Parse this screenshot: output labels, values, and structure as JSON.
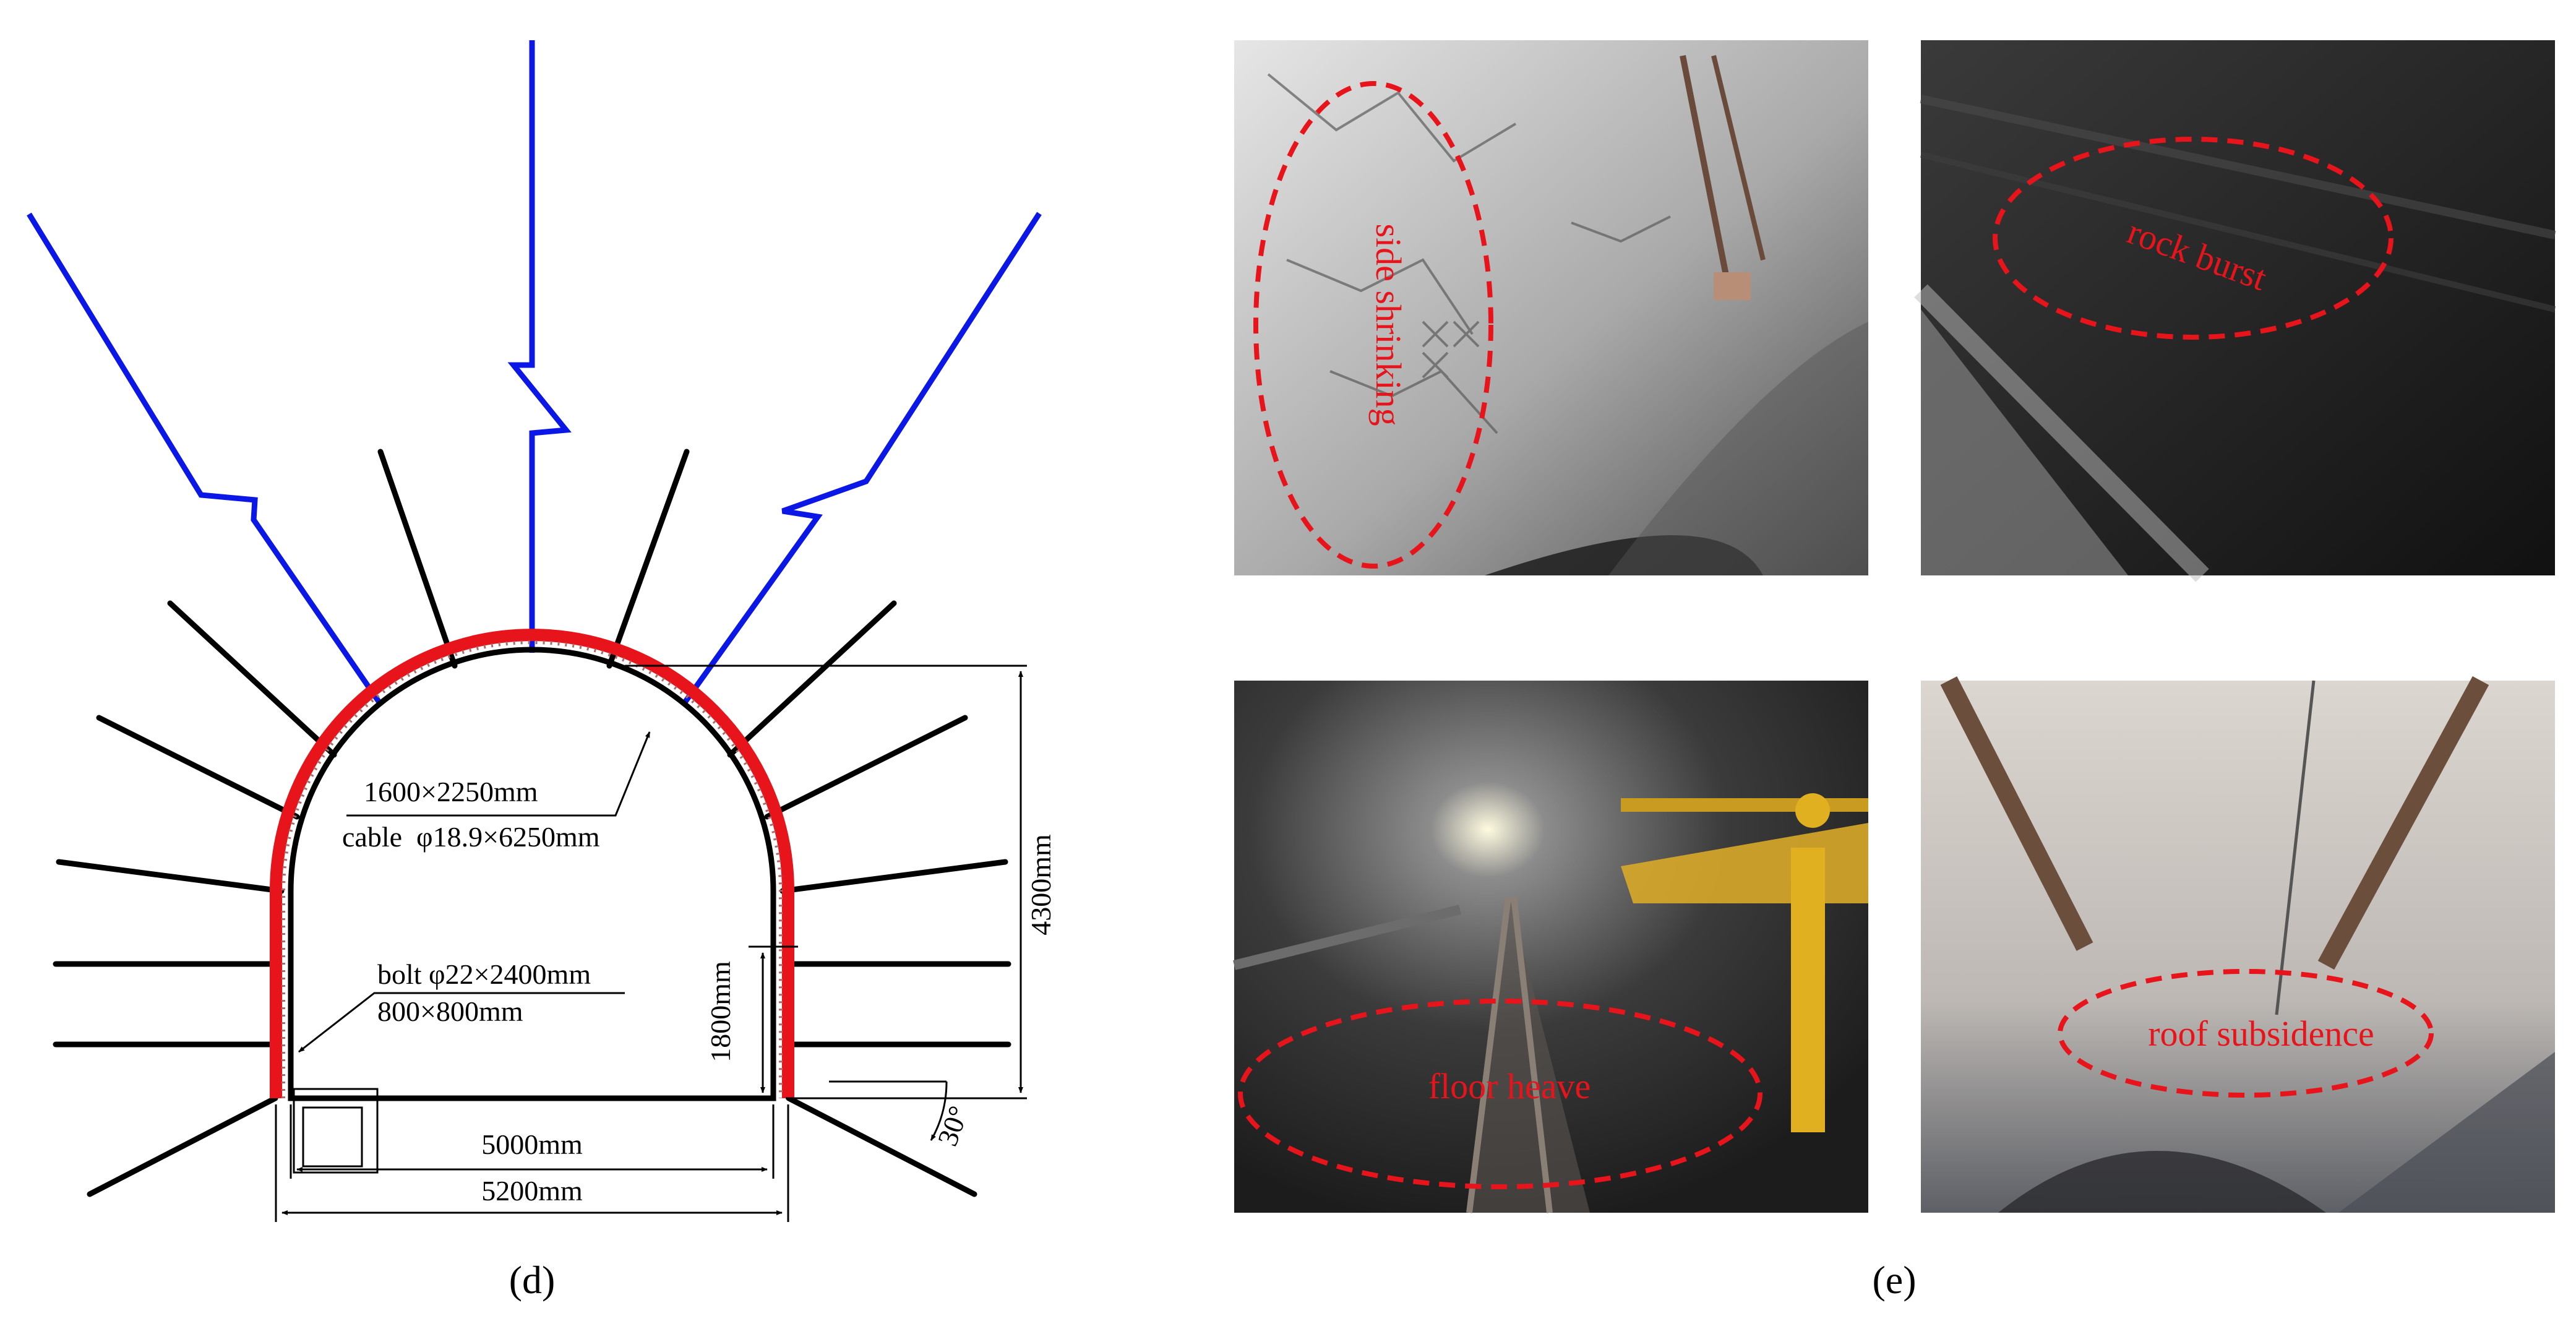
{
  "panel_d": {
    "caption": "(d)",
    "annotations": {
      "cable_spacing": "1600×2250mm",
      "cable_spec": "cable  φ18.9×6250mm",
      "bolt_spec": "bolt φ22×2400mm",
      "bolt_spacing": "800×800mm",
      "height_total": "4300mm",
      "height_wall": "1800mm",
      "width_inner": "5000mm",
      "width_outer": "5200mm",
      "angle": "30°"
    },
    "colors": {
      "cable": "#0a17e6",
      "bolt": "#000000",
      "lining": "#e8141c"
    }
  },
  "panel_e": {
    "caption": "(e)",
    "photos": [
      {
        "label": "side shrinking"
      },
      {
        "label": "rock burst"
      },
      {
        "label": "floor heave"
      },
      {
        "label": "roof subsidence"
      }
    ],
    "colors": {
      "annotation": "#e8141c"
    }
  }
}
